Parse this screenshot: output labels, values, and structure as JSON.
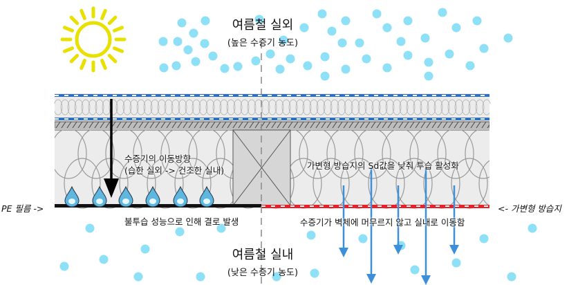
{
  "outdoor": {
    "title": "여름철 실외",
    "subtitle": "(높은 수증기 농도)"
  },
  "indoor": {
    "title": "여름철 실내",
    "subtitle": "(낮은 수증기 농도)"
  },
  "left": {
    "direction_title": "수증기의 이동방향",
    "direction_detail": "(습한 실외 -> 건조한 실내)",
    "film_label": "PE 필름 ->",
    "result": "불투습 성능으로 인해 결로 발생"
  },
  "right": {
    "activation": "가변형 방습지의 Sd값을 낮춰 투습 활성화",
    "film_label": "<- 가변형 방습지",
    "result": "수증기가 벽체에 머무르지 않고 실내로 이동함"
  },
  "colors": {
    "vapor": "#8ee0f6",
    "sun": "#e8e000",
    "membrane_blue": "#2f6fc0",
    "membrane_red": "#e8202a",
    "arrow_blue": "#3d8fd8"
  }
}
